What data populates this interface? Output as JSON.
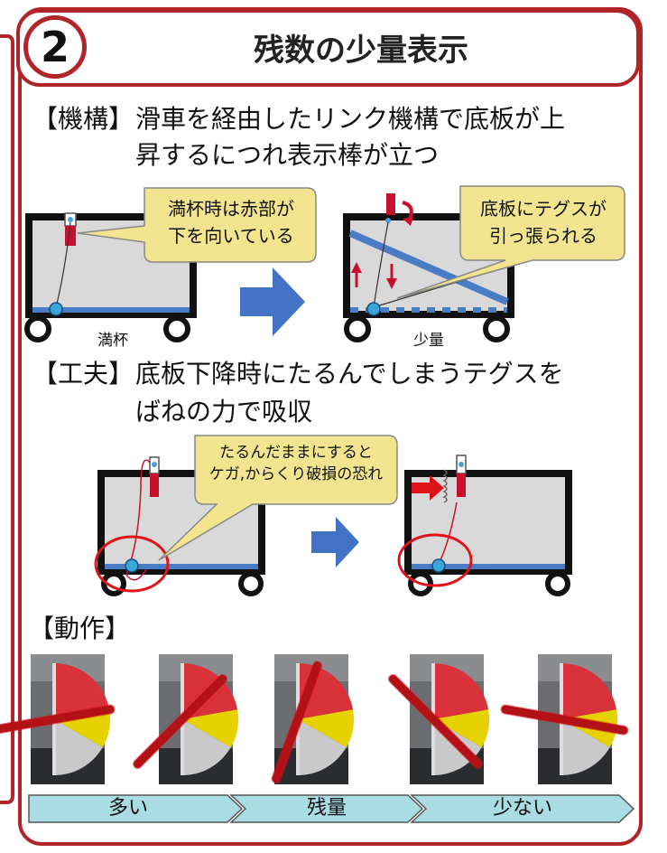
{
  "header": {
    "number": "2",
    "title": "残数の少量表示"
  },
  "mechanism": {
    "label": "【機構】",
    "line1": "滑車を経由したリンク機構で底板が上",
    "line2": "昇するにつれ表示棒が立つ"
  },
  "mechanism_diagram": {
    "left_bubble": [
      "満杯時は赤部が",
      "下を向いている"
    ],
    "right_bubble": [
      "底板にテグスが",
      "引っ張られる"
    ],
    "left_caption": "満杯",
    "right_caption": "少量"
  },
  "idea": {
    "label": "【工夫】",
    "line1": "底板下降時にたるんでしまうテグスを",
    "line2": "ばねの力で吸収"
  },
  "idea_diagram": {
    "bubble": [
      "たるんだままにすると",
      "ケガ,からくり破損の恐れ"
    ]
  },
  "operation": {
    "label": "【動作】"
  },
  "indicator": {
    "stages": [
      "多い",
      "残量",
      "少ない"
    ],
    "rod_angles": [
      -10,
      -45,
      -70,
      -135,
      -170
    ]
  },
  "colors": {
    "frame": "#b0242a",
    "rod": "#c8102e",
    "bar": "#4a7cc4",
    "bubble": "#f3e58f",
    "arrow": "#4472c4",
    "chevron": "#a9dce3"
  }
}
